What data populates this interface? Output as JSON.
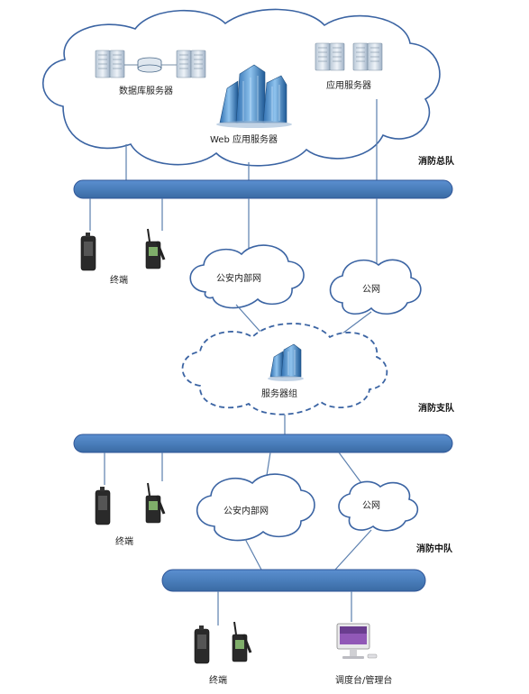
{
  "labels": {
    "db_server": "数据库服务器",
    "app_server": "应用服务器",
    "web_server": "Web 应用服务器",
    "hq": "消防总队",
    "terminal_1": "终端",
    "police_net_1": "公安内部网",
    "public_net_1": "公网",
    "server_group": "服务器组",
    "branch": "消防支队",
    "terminal_2": "终端",
    "police_net_2": "公安内部网",
    "public_net_2": "公网",
    "squad": "消防中队",
    "terminal_3": "终端",
    "dispatch": "调度台/管理台"
  },
  "icons": {
    "server": "server-rack-icon",
    "database": "database-icon",
    "building": "office-building-icon",
    "phone": "handheld-terminal-icon",
    "radio": "walkie-talkie-icon",
    "monitor": "desktop-monitor-icon"
  },
  "colors": {
    "bus": "#4a7ebb",
    "cloud_stroke": "#3b64a3",
    "link": "#5b7fae"
  }
}
